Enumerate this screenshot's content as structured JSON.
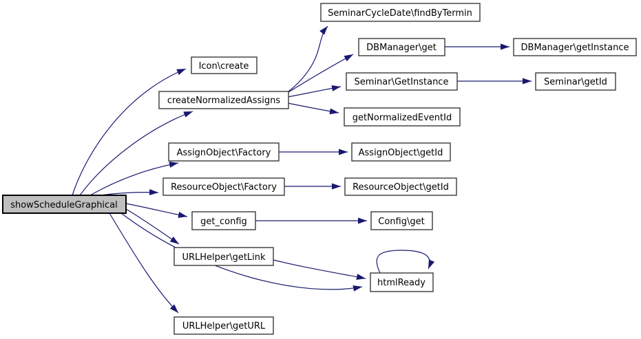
{
  "diagram": {
    "kind": "call-graph",
    "root_function": "showScheduleGraphical",
    "colors": {
      "background": "#ffffff",
      "edge": "#191970",
      "node_border": "#383838",
      "node_fill": "#ffffff",
      "root_node_fill": "#bfbfbf",
      "text": "#000000"
    },
    "nodes": [
      {
        "id": "showScheduleGraphical",
        "label": "showScheduleGraphical",
        "highlighted": true
      },
      {
        "id": "icon-create",
        "label": "Icon\\create",
        "highlighted": false
      },
      {
        "id": "createNormalizedAssigns",
        "label": "createNormalizedAssigns",
        "highlighted": false
      },
      {
        "id": "seminarcycledate-findbytermin",
        "label": "SeminarCycleDate\\findByTermin",
        "highlighted": false
      },
      {
        "id": "dbmanager-get",
        "label": "DBManager\\get",
        "highlighted": false
      },
      {
        "id": "dbmanager-getinstance",
        "label": "DBManager\\getInstance",
        "highlighted": false
      },
      {
        "id": "seminar-getinstance",
        "label": "Seminar\\GetInstance",
        "highlighted": false
      },
      {
        "id": "seminar-getid",
        "label": "Seminar\\getId",
        "highlighted": false
      },
      {
        "id": "getNormalizedEventId",
        "label": "getNormalizedEventId",
        "highlighted": false
      },
      {
        "id": "assignobject-factory",
        "label": "AssignObject\\Factory",
        "highlighted": false
      },
      {
        "id": "assignobject-getid",
        "label": "AssignObject\\getId",
        "highlighted": false
      },
      {
        "id": "resourceobject-factory",
        "label": "ResourceObject\\Factory",
        "highlighted": false
      },
      {
        "id": "resourceobject-getid",
        "label": "ResourceObject\\getId",
        "highlighted": false
      },
      {
        "id": "get_config",
        "label": "get_config",
        "highlighted": false
      },
      {
        "id": "config-get",
        "label": "Config\\get",
        "highlighted": false
      },
      {
        "id": "urlhelper-getlink",
        "label": "URLHelper\\getLink",
        "highlighted": false
      },
      {
        "id": "urlhelper-geturl",
        "label": "URLHelper\\getURL",
        "highlighted": false
      },
      {
        "id": "htmlReady",
        "label": "htmlReady",
        "highlighted": false
      }
    ],
    "edges": [
      {
        "from": "showScheduleGraphical",
        "to": "Icon\\create"
      },
      {
        "from": "showScheduleGraphical",
        "to": "createNormalizedAssigns"
      },
      {
        "from": "showScheduleGraphical",
        "to": "AssignObject\\Factory"
      },
      {
        "from": "showScheduleGraphical",
        "to": "ResourceObject\\Factory"
      },
      {
        "from": "showScheduleGraphical",
        "to": "get_config"
      },
      {
        "from": "showScheduleGraphical",
        "to": "URLHelper\\getLink"
      },
      {
        "from": "showScheduleGraphical",
        "to": "htmlReady"
      },
      {
        "from": "showScheduleGraphical",
        "to": "URLHelper\\getURL"
      },
      {
        "from": "createNormalizedAssigns",
        "to": "SeminarCycleDate\\findByTermin"
      },
      {
        "from": "createNormalizedAssigns",
        "to": "DBManager\\get"
      },
      {
        "from": "createNormalizedAssigns",
        "to": "Seminar\\GetInstance"
      },
      {
        "from": "createNormalizedAssigns",
        "to": "getNormalizedEventId"
      },
      {
        "from": "DBManager\\get",
        "to": "DBManager\\getInstance"
      },
      {
        "from": "Seminar\\GetInstance",
        "to": "Seminar\\getId"
      },
      {
        "from": "AssignObject\\Factory",
        "to": "AssignObject\\getId"
      },
      {
        "from": "ResourceObject\\Factory",
        "to": "ResourceObject\\getId"
      },
      {
        "from": "get_config",
        "to": "Config\\get"
      },
      {
        "from": "URLHelper\\getLink",
        "to": "htmlReady"
      },
      {
        "from": "htmlReady",
        "to": "htmlReady",
        "recursive": true
      }
    ]
  }
}
